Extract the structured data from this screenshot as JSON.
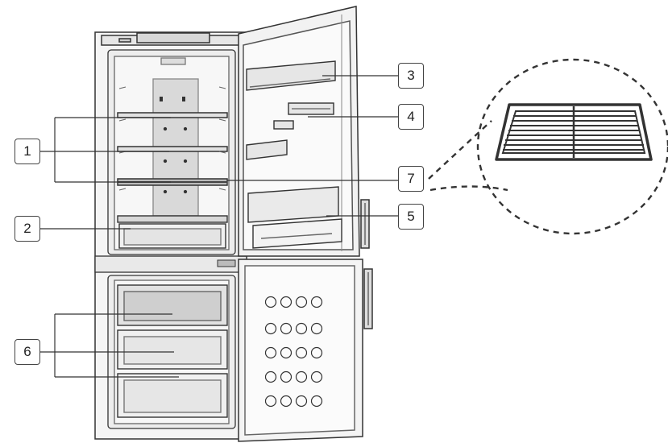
{
  "callouts": [
    {
      "id": "c1",
      "label": "1"
    },
    {
      "id": "c2",
      "label": "2"
    },
    {
      "id": "c3",
      "label": "3"
    },
    {
      "id": "c4",
      "label": "4"
    },
    {
      "id": "c7",
      "label": "7"
    },
    {
      "id": "c5",
      "label": "5"
    },
    {
      "id": "c6",
      "label": "6"
    }
  ],
  "colors": {
    "line": "#333333",
    "cabinet": "#f4f4f4",
    "interior": "#eeeeee",
    "door": "#f7f7f7",
    "background": "#ffffff"
  }
}
